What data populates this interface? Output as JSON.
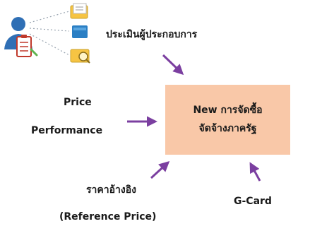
{
  "diagram": {
    "center_line1": "New การจัดซื้อ",
    "center_line2": "จัดจ้างภาครัฐ",
    "top_label": "ประเมินผู้ประกอบการ",
    "left_line1": "Price",
    "left_line2": "Performance",
    "bottom_left_line1": "ราคาอ้างอิง",
    "bottom_left_line2": "(Reference Price)",
    "bottom_right": "G-Card",
    "arrow_color": "#7b3fa0",
    "box_color": "#f9c8a8"
  }
}
